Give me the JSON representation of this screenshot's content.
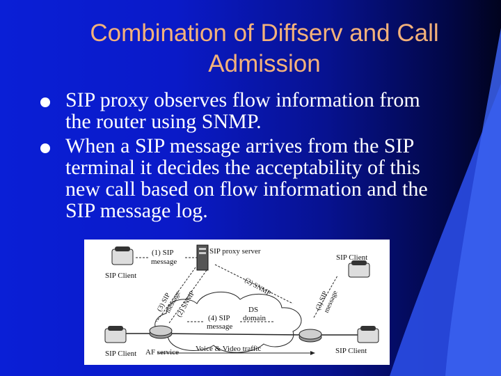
{
  "slide": {
    "title_line1": "Combination of Diffserv and Call",
    "title_line2": "Admission",
    "bullets": [
      {
        "text_line1": "SIP proxy observes flow information from",
        "text_line2": "the router using SNMP."
      },
      {
        "text_line1": "When a SIP message arrives from the SIP",
        "text_line2": "terminal it decides the acceptability of this",
        "text_line3": "new call based on flow information and the",
        "text_line4": "SIP message log."
      }
    ]
  },
  "diagram": {
    "labels": {
      "step1_a": "(1) SIP",
      "step1_b": "message",
      "proxy": "SIP proxy server",
      "client_tl": "SIP Client",
      "client_tr": "SIP Client",
      "client_bl": "SIP Client",
      "client_br": "SIP Client",
      "step3_left_a": "(3) SIP",
      "step3_left_b": "message",
      "step2_left": "(2) SNMP",
      "step2_right": "(2) SNMP",
      "step3_right_a": "(3) SIP",
      "step3_right_b": "message",
      "ds_a": "DS",
      "ds_b": "domain",
      "step4_a": "(4) SIP",
      "step4_b": "message",
      "traffic": "Voice & Video traffic",
      "af": "AF service"
    }
  }
}
